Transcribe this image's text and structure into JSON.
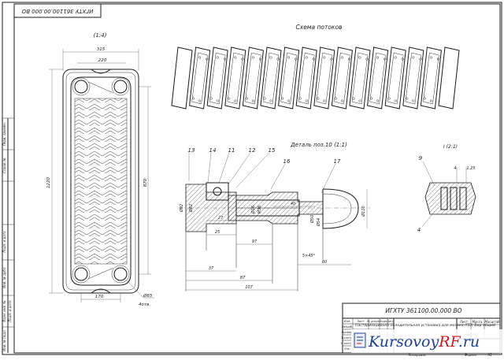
{
  "sheet": {
    "designation": "ИГХТУ 361100.00.000 ВО",
    "designation_rotated": "ИГХТУ 361100.00.000 ВО",
    "scale_note_plate": "(1:4)",
    "flow_scheme_title": "Схема потоков",
    "detail_title": "Деталь поз.10 (1:1)",
    "detail_view_scale": "I (2:1)",
    "title_block_name": "Пастеризационно-охладительная установка для молока (ПО) Вид общий",
    "title_block_label": "Копировал",
    "format_label": "Формат",
    "format_value": "А1",
    "sheet_col": "Лист",
    "sheets_col": "Листов",
    "mass_col": "Масса",
    "scale_col": "Масштаб",
    "row_labels": [
      "Изм.",
      "Лист",
      "№ докум.",
      "Подп.",
      "Дата"
    ],
    "role_labels": [
      "Разраб.",
      "Провер.",
      "Т.контр.",
      "Н.контр.",
      "Утв."
    ],
    "left_strip": [
      "Перв. примен.",
      "Справ. №",
      "Подп. и дата",
      "Инв. № дубл.",
      "Взам. инв. №",
      "Подп. и дата",
      "Инв. № подл."
    ]
  },
  "plate": {
    "dims": {
      "overall_width": "315",
      "port_centers": "220",
      "height": "1220",
      "inner_height": "870",
      "bottom_spacing": "170",
      "hole_dia": "Ø65",
      "hole_count": "4отв."
    }
  },
  "flow_scheme": {
    "plate_count": 16
  },
  "detail": {
    "balloons": [
      "13",
      "14",
      "11",
      "12",
      "15",
      "16",
      "17"
    ],
    "dims": {
      "d92": "Ø92",
      "d82": "Ø82",
      "d27": "27",
      "d25": "25",
      "d16": "Ø16",
      "m36": "M36",
      "d40": "40",
      "d50": "Ø50",
      "d54": "Ø54",
      "d110": "Ø110",
      "d60": "60",
      "l37": "37",
      "l87": "87",
      "l107": "107",
      "chamfer": "5×45°",
      "l97": "97"
    }
  },
  "detail_view": {
    "balloons": [
      "9",
      "4"
    ],
    "dims": {
      "w4": "4",
      "w125": "1,25"
    }
  },
  "watermark": {
    "prefix": "Kursovoy",
    "accent": "RF",
    "suffix": ".ru",
    "accent_color": "#c0202a",
    "text_color": "#1f3f8f"
  }
}
